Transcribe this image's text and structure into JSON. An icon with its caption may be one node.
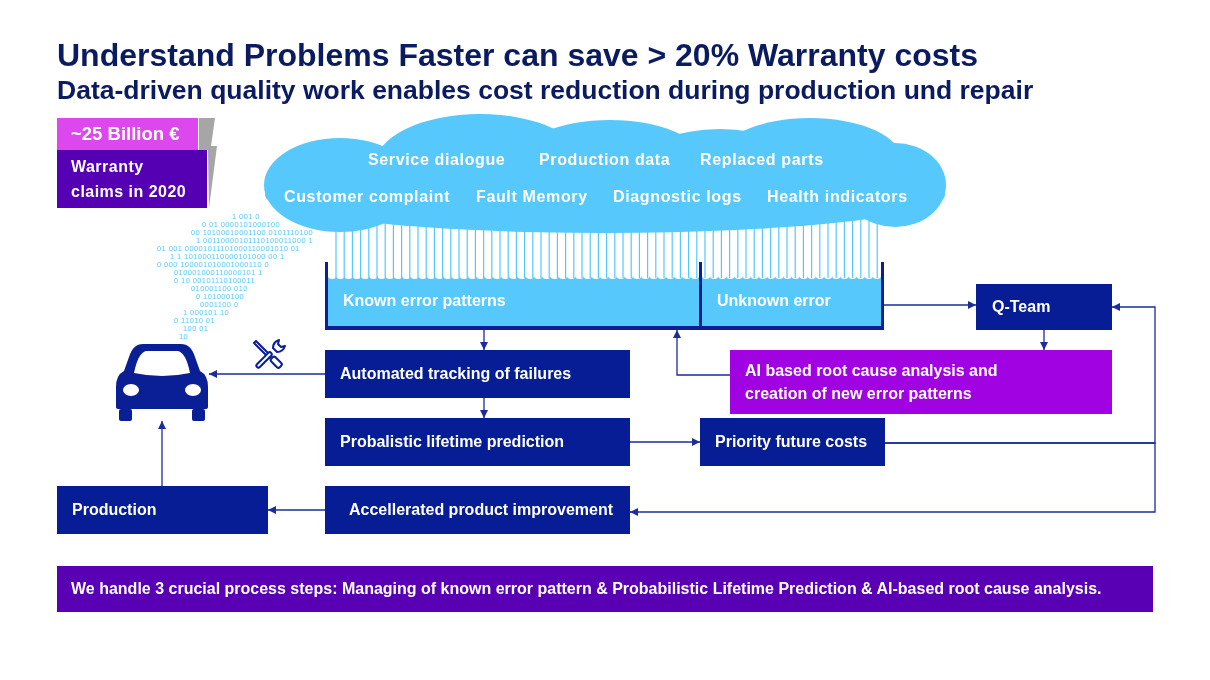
{
  "diagram": {
    "title": "Understand Problems Faster can save > 20% Warranty costs",
    "nodes": [
      {
        "text": [
          "~25 Billion €"
        ]
      },
      {
        "text": [
          "Warranty claims in 2020"
        ]
      },
      {
        "text": [],
        "shape": "lightning"
      },
      {
        "text": [
          "Service dialogue",
          "Production data",
          "Replaced parts",
          "Customer complaint",
          "Fault Memory",
          "Diagnostic logs",
          "Health indicators"
        ]
      },
      {
        "text": [
          "Known error patterns"
        ]
      },
      {
        "text": [
          "Unknown error"
        ]
      },
      {
        "text": [
          "Q-Team"
        ]
      },
      {
        "text": [],
        "shape": "picture"
      },
      {
        "text": [
          "Automated tracking of failures"
        ]
      },
      {
        "text": [
          "AI based root cause analysis and creation of new error patterns"
        ]
      },
      {
        "text": [
          "Probalistic lifetime prediction"
        ]
      },
      {
        "text": [
          "Priority future costs"
        ]
      },
      {
        "text": [
          "Production"
        ]
      },
      {
        "text": [
          "Accellerated product improvement"
        ]
      },
      {
        "text": [
          "We handle 3 crucial process steps: Managing of known error pattern & Probabilistic Lifetime Prediction & AI-based root cause analysis."
        ]
      }
    ],
    "edges": [
      {
        "from": 4,
        "to": 8,
        "arrow": "to"
      },
      {
        "from": 8,
        "to": 7,
        "arrow": "to"
      },
      {
        "from": 8,
        "to": 10,
        "arrow": "to"
      },
      {
        "from": 10,
        "to": 11,
        "arrow": "to"
      },
      {
        "from": 5,
        "to": 6,
        "arrow": "to"
      },
      {
        "from": 6,
        "to": 9,
        "arrow": "to"
      },
      {
        "from": 9,
        "to": 4,
        "arrow": "to"
      },
      {
        "from": 11,
        "to": 6,
        "arrow": "to"
      },
      {
        "from": 11,
        "to": 13,
        "arrow": "to"
      },
      {
        "from": 13,
        "to": 12,
        "arrow": "to"
      },
      {
        "from": 12,
        "to": 7,
        "arrow": "to"
      }
    ],
    "labels": [
      "Data-driven quality work enables cost reduction during production und repair",
      "1 001 0",
      "0 01 0000101000100",
      "00 10100010001100 0101110100",
      "1 00110000101110100011000 1",
      "01 001 00001011101000110001010 01",
      "1 1 101000110000101000 00 1",
      "0 000 100001010001000110 0",
      "010001000110000101 1",
      "0 10 00101110100011",
      "010001100 010",
      "0 101000100",
      "0001100 0",
      "1 000101 10",
      "0 11010 01",
      "100 01",
      "10"
    ]
  }
}
